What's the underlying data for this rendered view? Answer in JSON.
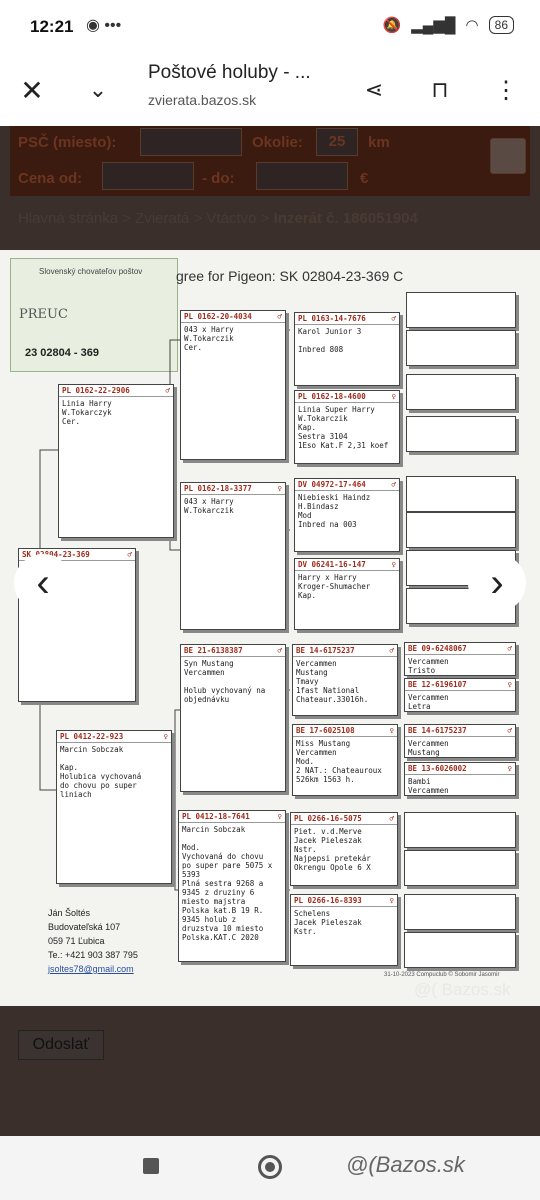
{
  "status_bar": {
    "time": "12:21",
    "battery": "86"
  },
  "browser": {
    "title": "Poštové holuby - ...",
    "url": "zvierata.bazos.sk"
  },
  "form": {
    "psc_label": "PSČ (miesto):",
    "okolie_label": "Okolie:",
    "okolie_value": "25",
    "km_label": "km",
    "cena_label": "Cena od:",
    "do_label": "- do:",
    "currency": "€"
  },
  "breadcrumb": {
    "home": "Hlavná stránka",
    "sep1": " > ",
    "zvierata": "Zvieratá",
    "sep2": " > ",
    "vtactvo": "Vtáctvo",
    "sep3": " > ",
    "inzerat": "Inzerát č. 186051904"
  },
  "pedigree": {
    "title": "gree for Pigeon: SK  02804-23-369 C",
    "stamp": {
      "org": "Slovenský chovateľov poštov",
      "brand": "PREUC",
      "ring": "23  02804 -  369"
    },
    "subject": {
      "ring": "SK  02804-23-369",
      "sex": "♂",
      "body": ""
    },
    "sire": {
      "ring": "PL  0162-22-2906",
      "sex": "♂",
      "body": "Linia Harry\nW.Tokarczyk\nCer."
    },
    "dam": {
      "ring": "PL  0412-22-923",
      "sex": "♀",
      "body": "Marcin Sobczak\n\nKap.\nHolubica vychovaná\ndo chovu po super\nliniach"
    },
    "ss": {
      "ring": "PL  0162-20-4034",
      "sex": "♂",
      "body": "043 x Harry\nW.Tokarczik\nCer."
    },
    "sd": {
      "ring": "PL  0162-18-3377",
      "sex": "♀",
      "body": "043 x Harry\nW.Tokarczik"
    },
    "ds": {
      "ring": "BE  21-6138387",
      "sex": "♂",
      "body": "Syn Mustang\nVercammen\n\nHolub vychovaný na\nobjednávku"
    },
    "dd": {
      "ring": "PL  0412-18-7641",
      "sex": "♀",
      "body": "Marcin Sobczak\n\nMod.\nVychovaná do chovu\npo super pare 5075 x\n5393\nPlná sestra 9268 a\n9345 z druziny 6\nmiesto majstra\nPolska kat.B 19 R.\n9345 holub z\ndruzstva 10 miesto\nPolska.KAT.C 2020"
    },
    "g3": [
      {
        "ring": "PL  0163-14-7676",
        "sex": "♂",
        "body": "Karol Junior 3\n\nInbred 808"
      },
      {
        "ring": "PL  0162-18-4600",
        "sex": "♀",
        "body": "Linia Super Harry\nW.Tokarczik\nKap.\nSestra 3104\n1Eso Kat.F 2,31 koef"
      },
      {
        "ring": "DV  04972-17-464",
        "sex": "♂",
        "body": "Niebieski Haindz\nH.Bindasz\nMod\nInbred na 003"
      },
      {
        "ring": "DV  06241-16-147",
        "sex": "♀",
        "body": "Harry x Harry\nKroger-Shumacher\nKap."
      },
      {
        "ring": "BE  14-6175237",
        "sex": "♂",
        "body": "Vercammen\nMustang\nTmavy\n1fast National\nChateaur.33016h."
      },
      {
        "ring": "BE  17-6025108",
        "sex": "♀",
        "body": "Miss Mustang\nVercammen\nMod.\n2 NAT.: Chateauroux\n526km 1563 h."
      },
      {
        "ring": "PL  0266-16-5075",
        "sex": "♂",
        "body": "Piet. v.d.Merve\nJacek Pieleszak\nNstr.\nNajpepsi pretekár\nOkrengu Opole 6 X"
      },
      {
        "ring": "PL  0266-16-8393",
        "sex": "♀",
        "body": "Schelens\nJacek Pieleszak\nKstr."
      }
    ],
    "g4": [
      {
        "ring": "BE  09-6248067",
        "sex": "♂",
        "body": "Vercammen\nTristo"
      },
      {
        "ring": "BE  12-6196107",
        "sex": "♀",
        "body": "Vercammen\nLetra"
      },
      {
        "ring": "BE  14-6175237",
        "sex": "♂",
        "body": "Vercammen\nMustang"
      },
      {
        "ring": "BE  13-6026002",
        "sex": "♀",
        "body": "Bambi\nVercammen"
      }
    ],
    "breeder": {
      "name": "Ján Šoltés",
      "street": "Budovateľská 107",
      "city": "059 71 Ľubica",
      "phone": "Te.: +421 903 387 795",
      "email": "jsoltes78@gmail.com"
    },
    "footer": "31-10-2023   Compuclub © Sobomir Jasomir"
  },
  "watermark": "@( Bazos.sk",
  "submit": "Odoslať",
  "nav_watermark": "@(Bazos.sk"
}
